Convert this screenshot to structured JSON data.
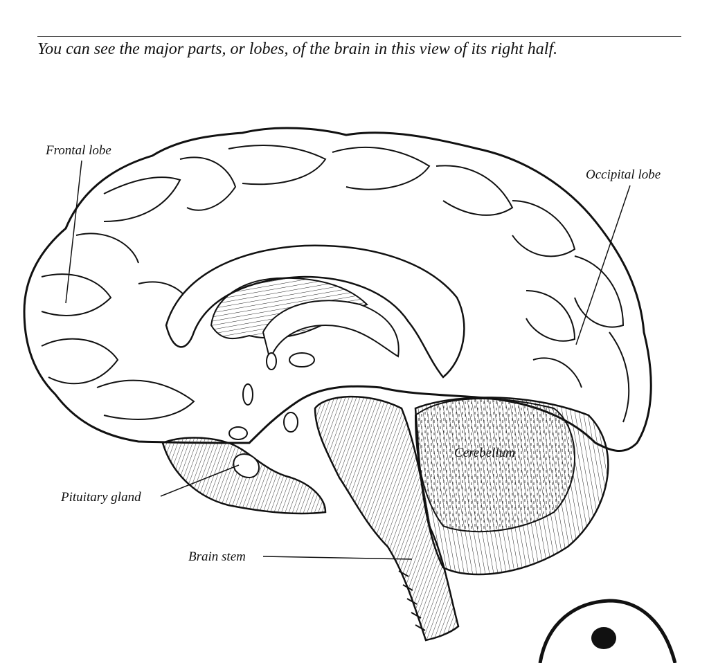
{
  "caption": "You can see the major parts, or lobes, of the brain in this view of its right half.",
  "labels": {
    "frontal": "Frontal lobe",
    "occipital": "Occipital lobe",
    "cerebellum": "Cerebellum",
    "pituitary": "Pituitary gland",
    "brainstem": "Brain stem"
  },
  "colors": {
    "ink": "#111111",
    "paper": "#ffffff"
  }
}
